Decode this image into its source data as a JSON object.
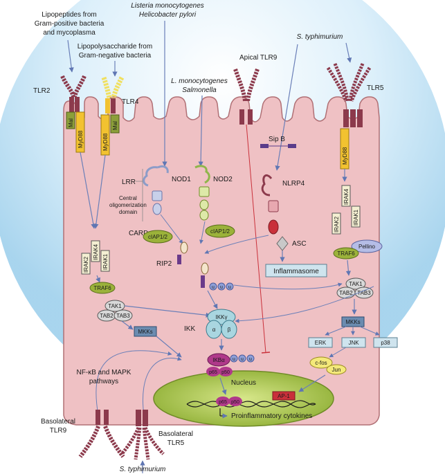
{
  "external": {
    "lipopeptides": [
      "Lipopeptides from",
      "Gram-positive bacteria",
      "and mycoplasma"
    ],
    "lps": [
      "Lipopolysaccharide from",
      "Gram-negative bacteria"
    ],
    "listeria": [
      "Listeria monocytogenes",
      "Helicobacter pylori"
    ],
    "lmono": [
      "L. monocytogenes",
      "Salmonella"
    ],
    "styph_top": "S. typhimurium",
    "styph_bottom": "S. typhimurium"
  },
  "receptors": {
    "tlr2": "TLR2",
    "tlr4": "TLR4",
    "apical_tlr9": "Apical TLR9",
    "tlr5": "TLR5",
    "basolateral_tlr9": [
      "Basolateral",
      "TLR9"
    ],
    "basolateral_tlr5": [
      "Basolateral",
      "TLR5"
    ],
    "sipb": "Sip B"
  },
  "adaptors": {
    "mal": "Mal",
    "myd88": "MyD88",
    "irak2": "IRAK2",
    "irak4": "IRAK4",
    "irak1": "IRAK1",
    "traf6": "TRAF6",
    "tak1": "TAK1",
    "tab2": "TAB2",
    "tab3": "TAB3",
    "mkks": "MKKs",
    "pellino": "Pellino"
  },
  "nod": {
    "lrr": "LRR",
    "nod1": "NOD1",
    "nod2": "NOD2",
    "central": [
      "Central",
      "oligomerization",
      "domain"
    ],
    "card": "CARD",
    "ciap": "cIAP1/2",
    "rip2": "RIP2",
    "ub": "u"
  },
  "inflammasome": {
    "nlrp4": "NLRP4",
    "asc": "ASC",
    "label": "Inflammasome"
  },
  "ikk": {
    "label": "IKK",
    "gamma": "IKKγ",
    "alpha": "α",
    "beta": "β",
    "ikba": "IKBα",
    "p65": "p65",
    "p50": "p50"
  },
  "mapk": {
    "erk": "ERK",
    "jnk": "JNK",
    "p38": "p38",
    "cfos": "c-fos",
    "jun": "Jun",
    "ap1": "AP-1",
    "nfkb_pathways": [
      "NF-κB and MAPK",
      "pathways"
    ]
  },
  "nucleus": {
    "label": "Nucleus",
    "cytokines": "Proinflammatory cytokines"
  },
  "colors": {
    "cell": "#efc1c4",
    "cell_stroke": "#b07075",
    "receptor": "#8c3a4c",
    "myd88": "#f2c230",
    "mal": "#8c9f3a",
    "traf6": "#9bb23a",
    "nucleus": "#a8c24a",
    "box_blue": "#8fb6d0",
    "arrow": "#6a7fb8"
  }
}
